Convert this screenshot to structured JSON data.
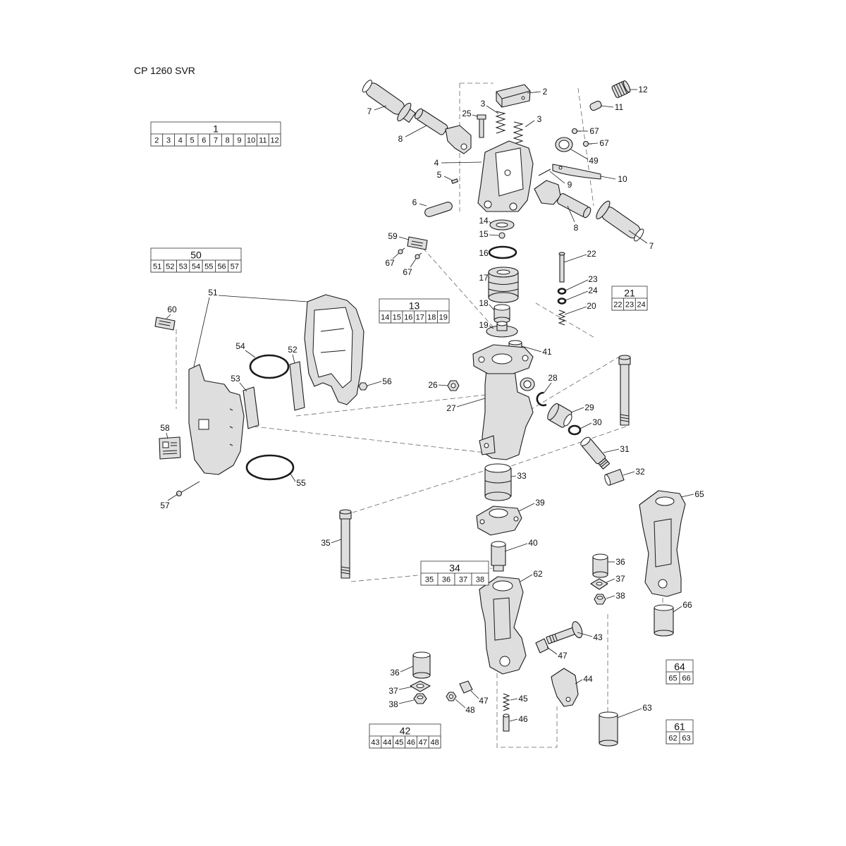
{
  "title": "CP 1260 SVR",
  "kits": [
    {
      "id": "1",
      "items": [
        "2",
        "3",
        "4",
        "5",
        "6",
        "7",
        "8",
        "9",
        "10",
        "11",
        "12"
      ]
    },
    {
      "id": "50",
      "items": [
        "51",
        "52",
        "53",
        "54",
        "55",
        "56",
        "57"
      ]
    },
    {
      "id": "13",
      "items": [
        "14",
        "15",
        "16",
        "17",
        "18",
        "19"
      ]
    },
    {
      "id": "21",
      "items": [
        "22",
        "23",
        "24"
      ]
    },
    {
      "id": "34",
      "items": [
        "35",
        "36",
        "37",
        "38"
      ]
    },
    {
      "id": "42",
      "items": [
        "43",
        "44",
        "45",
        "46",
        "47",
        "48"
      ]
    },
    {
      "id": "64",
      "items": [
        "65",
        "66"
      ]
    },
    {
      "id": "61",
      "items": [
        "62",
        "63"
      ]
    }
  ],
  "callouts": [
    "2",
    "12",
    "3",
    "3",
    "7",
    "11",
    "25",
    "8",
    "67",
    "67",
    "4",
    "49",
    "10",
    "5",
    "9",
    "6",
    "8",
    "7",
    "14",
    "59",
    "15",
    "67",
    "67",
    "16",
    "22",
    "17",
    "23",
    "24",
    "20",
    "18",
    "19",
    "51",
    "60",
    "54",
    "52",
    "41",
    "53",
    "56",
    "28",
    "26",
    "27",
    "29",
    "30",
    "58",
    "31",
    "32",
    "33",
    "55",
    "65",
    "57",
    "39",
    "35",
    "40",
    "36",
    "62",
    "37",
    "38",
    "66",
    "43",
    "47",
    "36",
    "44",
    "37",
    "47",
    "45",
    "38",
    "48",
    "46",
    "63"
  ]
}
